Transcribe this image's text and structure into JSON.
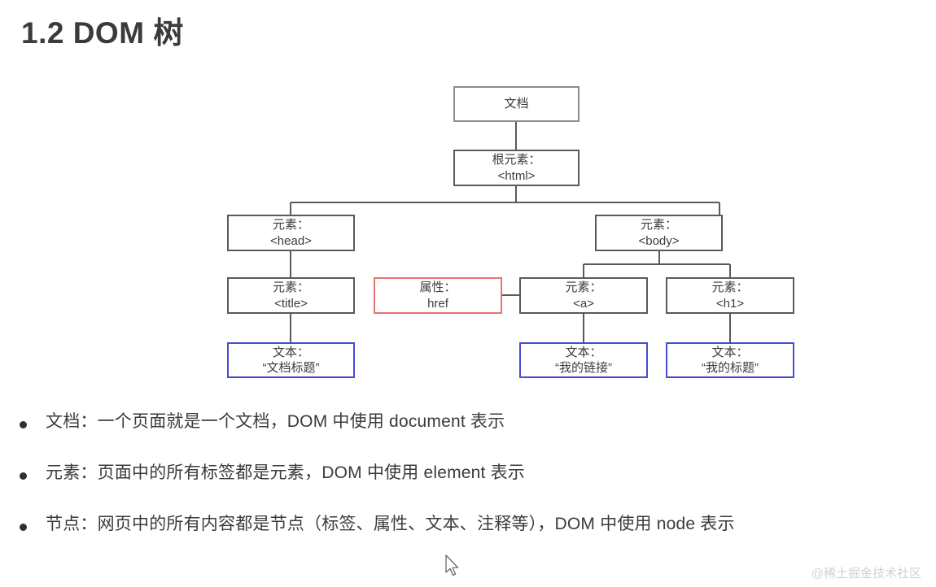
{
  "page": {
    "title": "1.2 DOM 树",
    "watermark": "@稀土掘金技术社区"
  },
  "diagram": {
    "name": "dom-tree-diagram",
    "colors": {
      "node_border_gray": "#8c8c8c",
      "node_border_dark": "#5a5a5a",
      "attribute_border_red": "#e8726e",
      "text_border_blue": "#4a4ad8",
      "connector_line": "#5a5a5a",
      "text": "#3c3c3c"
    },
    "nodes": {
      "document": {
        "line1": "文档",
        "line2": ""
      },
      "root_html": {
        "line1": "根元素：",
        "line2": "<html>"
      },
      "head": {
        "line1": "元素：",
        "line2": "<head>"
      },
      "body": {
        "line1": "元素：",
        "line2": "<body>"
      },
      "title": {
        "line1": "元素：",
        "line2": "<title>"
      },
      "attr_href": {
        "line1": "属性：",
        "line2": "href"
      },
      "anchor": {
        "line1": "元素：",
        "line2": "<a>"
      },
      "h1": {
        "line1": "元素：",
        "line2": "<h1>"
      },
      "text_doc_title": {
        "line1": "文本：",
        "line2": "“文档标题”"
      },
      "text_my_link": {
        "line1": "文本：",
        "line2": "“我的链接”"
      },
      "text_my_heading": {
        "line1": "文本：",
        "line2": "“我的标题”"
      }
    }
  },
  "bullets": [
    {
      "text": "文档：一个页面就是一个文档，DOM 中使用 document 表示"
    },
    {
      "text": "元素：页面中的所有标签都是元素，DOM 中使用 element 表示"
    },
    {
      "text": "节点：网页中的所有内容都是节点（标签、属性、文本、注释等），DOM 中使用 node 表示"
    }
  ]
}
